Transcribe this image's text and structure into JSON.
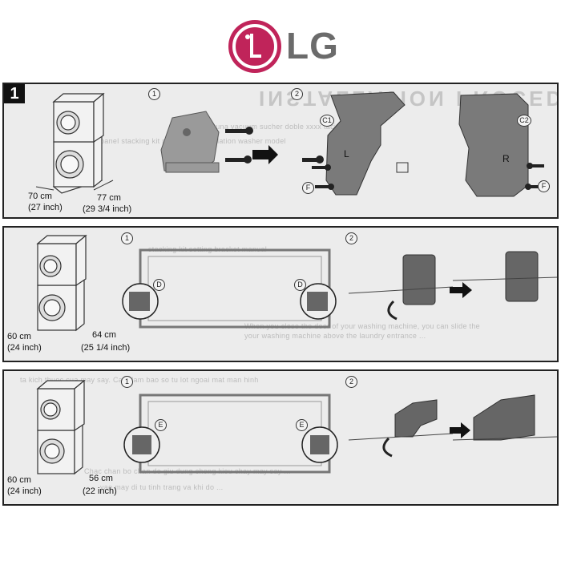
{
  "brand": {
    "logo_name": "LG",
    "logo_color": "#c0245a",
    "text_color": "#6b6b6b"
  },
  "steps": [
    {
      "number": "1",
      "sub1": "1",
      "sub2": "2",
      "depth": "70 cm",
      "depth_inch": "(27 inch)",
      "width": "77 cm",
      "width_inch": "(29 3/4 inch)",
      "bracket_left": "C1",
      "bracket_right": "C2",
      "screw_label_a": "F",
      "screw_label_b": "F",
      "side_left": "L",
      "side_right": "R",
      "bleed_title": "INSTALLATION PROCEDURE"
    },
    {
      "sub1": "1",
      "sub2": "2",
      "depth": "60 cm",
      "depth_inch": "(24 inch)",
      "width": "64 cm",
      "width_inch": "(25 1/4 inch)",
      "part_left": "D",
      "part_right": "D"
    },
    {
      "sub1": "1",
      "sub2": "2",
      "depth": "60 cm",
      "depth_inch": "(24 inch)",
      "width": "56 cm",
      "width_inch": "(22 inch)",
      "part_left": "E",
      "part_right": "E"
    }
  ]
}
